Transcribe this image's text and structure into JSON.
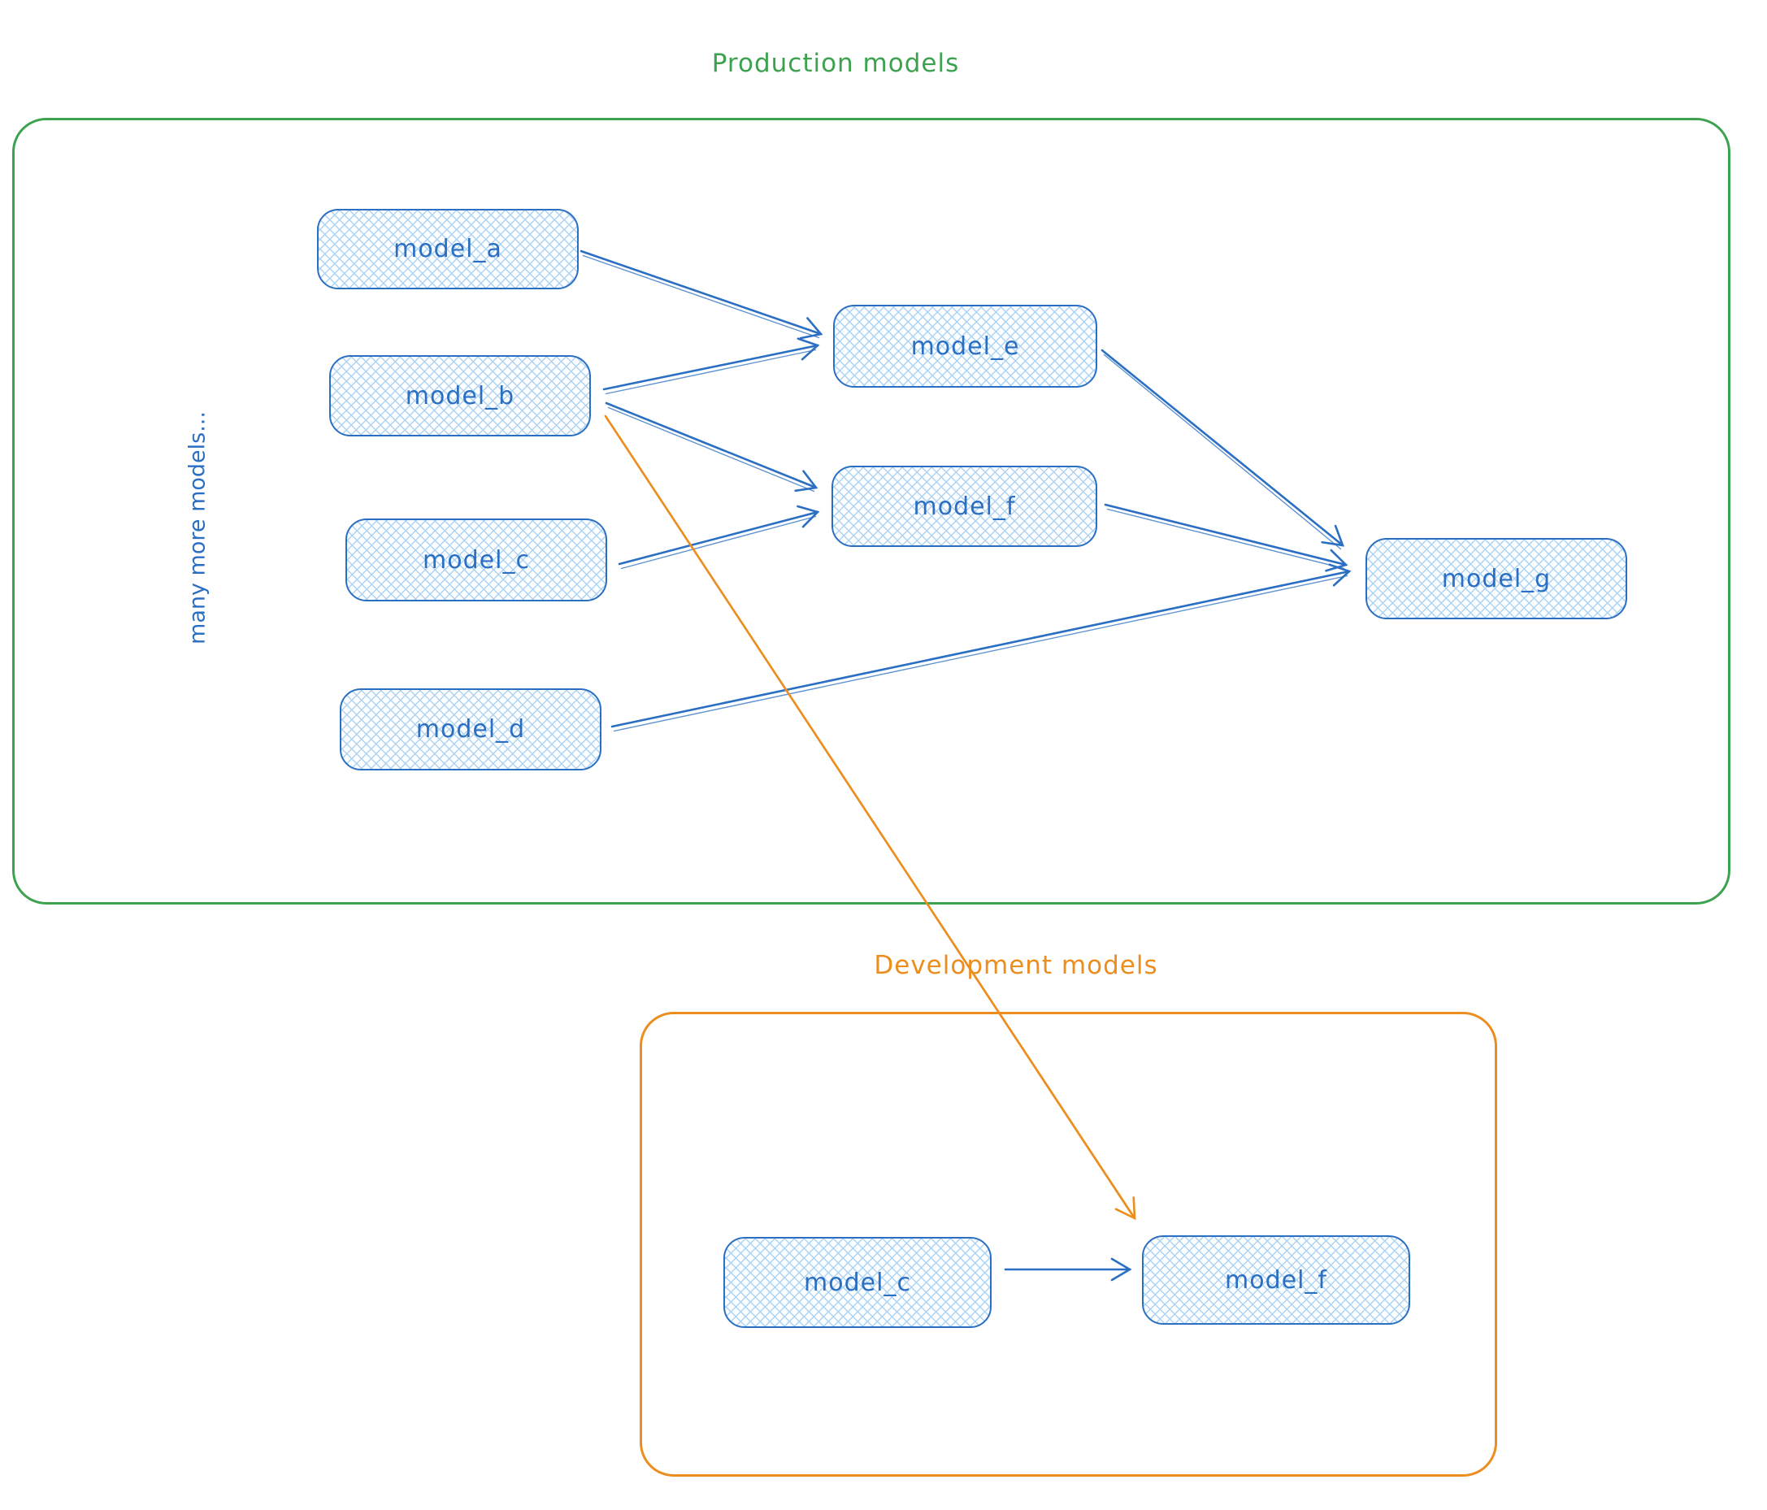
{
  "titles": {
    "production": "Production models",
    "development": "Development models"
  },
  "side_note": "many more models...",
  "colors": {
    "blue": "#2b6fc2",
    "green": "#3da24f",
    "orange": "#ec8d1f",
    "hatch": "#aed3f2",
    "node_fill": "#fdfeff"
  },
  "nodes": {
    "prod_a": {
      "label": "model_a",
      "group": "Production models"
    },
    "prod_b": {
      "label": "model_b",
      "group": "Production models"
    },
    "prod_c": {
      "label": "model_c",
      "group": "Production models"
    },
    "prod_d": {
      "label": "model_d",
      "group": "Production models"
    },
    "prod_e": {
      "label": "model_e",
      "group": "Production models"
    },
    "prod_f": {
      "label": "model_f",
      "group": "Production models"
    },
    "prod_g": {
      "label": "model_g",
      "group": "Production models"
    },
    "dev_c": {
      "label": "model_c",
      "group": "Development models"
    },
    "dev_f": {
      "label": "model_f",
      "group": "Development models"
    }
  },
  "edges": [
    {
      "from": "model_a (production)",
      "to": "model_e (production)",
      "color": "blue"
    },
    {
      "from": "model_b (production)",
      "to": "model_e (production)",
      "color": "blue"
    },
    {
      "from": "model_b (production)",
      "to": "model_f (production)",
      "color": "blue"
    },
    {
      "from": "model_c (production)",
      "to": "model_f (production)",
      "color": "blue"
    },
    {
      "from": "model_d (production)",
      "to": "model_g (production)",
      "color": "blue"
    },
    {
      "from": "model_e (production)",
      "to": "model_g (production)",
      "color": "blue"
    },
    {
      "from": "model_f (production)",
      "to": "model_g (production)",
      "color": "blue"
    },
    {
      "from": "model_b (production)",
      "to": "model_f (development)",
      "color": "orange"
    },
    {
      "from": "model_c (development)",
      "to": "model_f (development)",
      "color": "blue"
    }
  ]
}
